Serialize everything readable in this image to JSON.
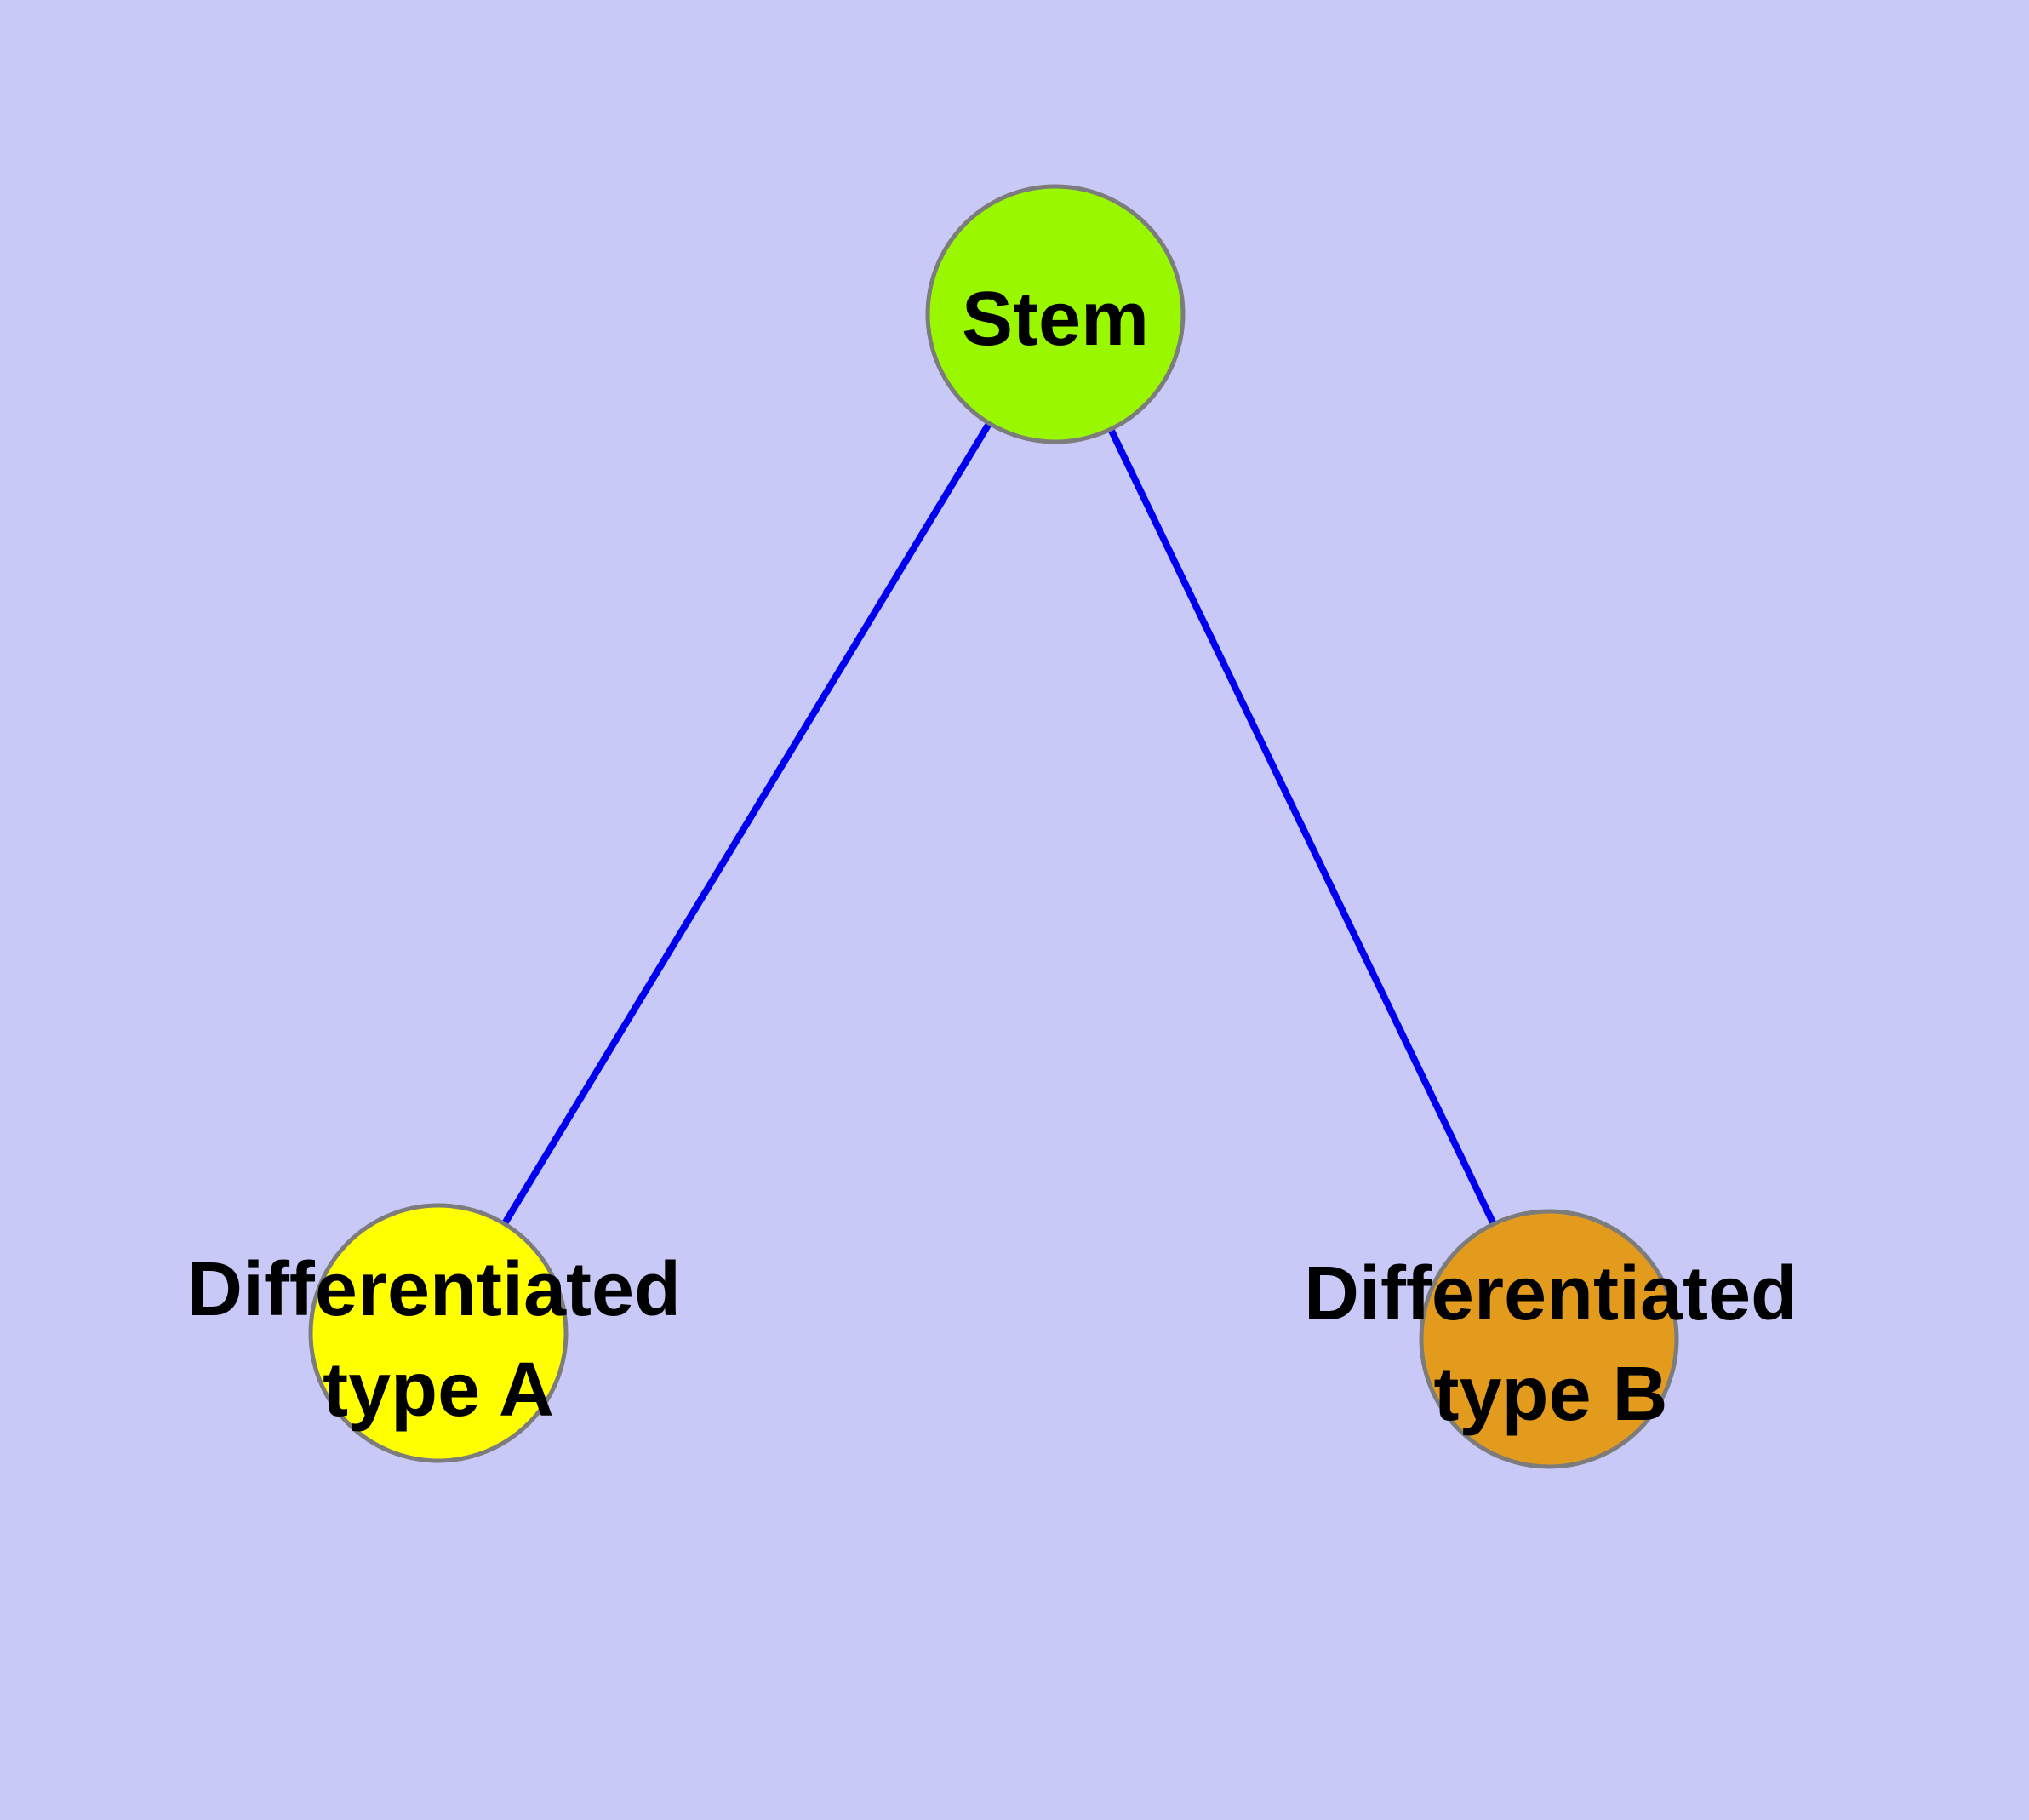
{
  "diagram": {
    "kind": "node-link-tree",
    "background_color": "#C9C9F8",
    "edge_color": "#0000EE",
    "node_border_color": "#7C7C7C",
    "label_color": "#000000",
    "nodes": [
      {
        "id": "stem",
        "label": "Stem",
        "fill_color": "#99F700"
      },
      {
        "id": "differentiated-type-a",
        "label": "Differentiated type A",
        "label_line1": "Differentiated",
        "label_line2": "type A",
        "fill_color": "#FFFF00"
      },
      {
        "id": "differentiated-type-b",
        "label": "Differentiated type B",
        "label_line1": "Differentiated",
        "label_line2": "type B",
        "fill_color": "#E39B1E"
      }
    ],
    "edges": [
      {
        "from": "stem",
        "to": "differentiated-type-a"
      },
      {
        "from": "stem",
        "to": "differentiated-type-b"
      }
    ]
  }
}
